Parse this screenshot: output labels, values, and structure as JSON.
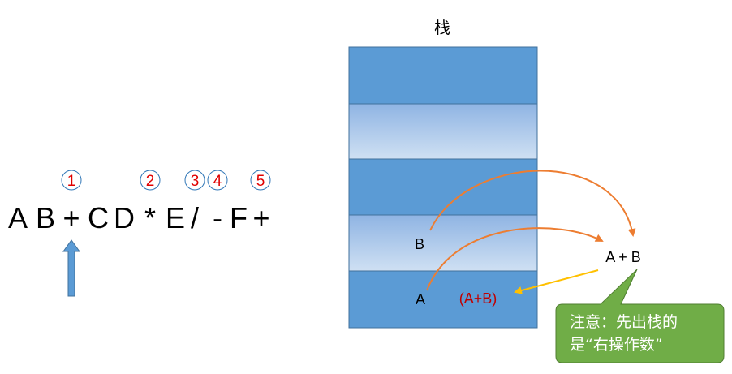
{
  "stack": {
    "title": "栈",
    "items": [
      "B",
      "A"
    ],
    "result": "(A+B)"
  },
  "expression": {
    "tokens": [
      "A",
      "B",
      "+",
      "C",
      "D",
      "*",
      "E",
      "/",
      "-",
      "F",
      "+"
    ],
    "markers": [
      "1",
      "2",
      "3",
      "4",
      "5"
    ]
  },
  "operation": "A + B",
  "callout": {
    "line1": "注意：先出栈的",
    "line2": "是“右操作数”"
  },
  "colors": {
    "dark_band": "#5b9bd5",
    "light_band": "#a9c6e8",
    "arrow": "#ed7d31",
    "yellow_arrow": "#ffc000",
    "callout_fill": "#70ad47",
    "marker": "#e00000"
  }
}
